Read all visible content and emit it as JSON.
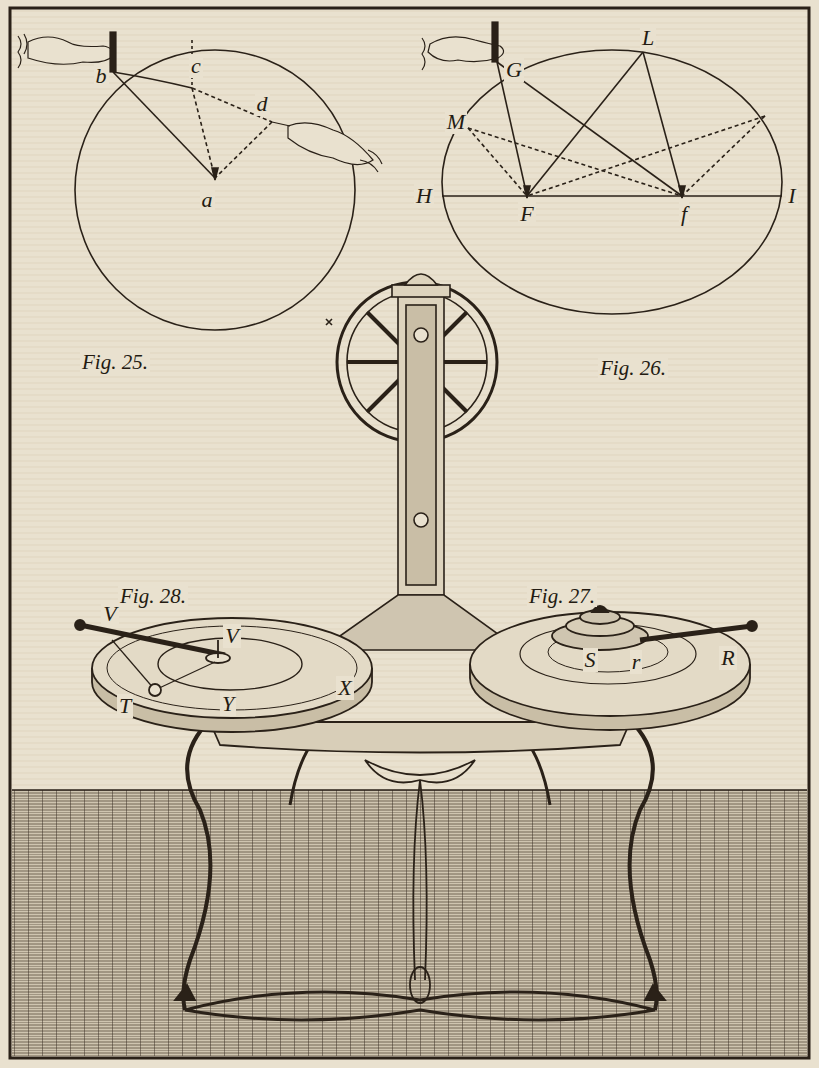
{
  "diagram": {
    "labels": [
      "Fig. 25.",
      "b",
      "c",
      "d",
      "a",
      "L",
      "G",
      "M",
      "H",
      "F",
      "f",
      "I",
      "Fig. 26.",
      "Fig. 28.",
      "Fig. 27.",
      "V",
      "V",
      "X",
      "T",
      "Y",
      "R",
      "S",
      "r"
    ]
  }
}
